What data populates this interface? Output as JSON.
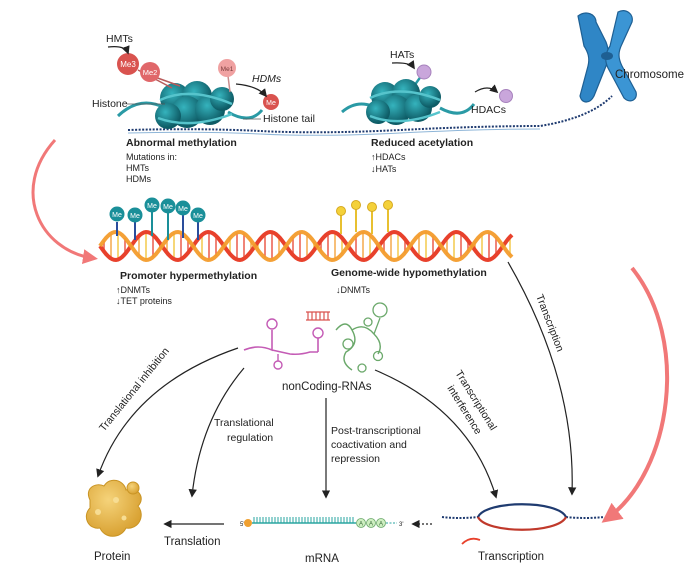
{
  "top": {
    "hmts": "HMTs",
    "hdms_label": "HDMs",
    "me3": "Me3",
    "me2": "Me2",
    "me1": "Me1",
    "me": "Me",
    "histone": "Histone",
    "histone_tail": "Histone tail",
    "abnormal_methylation": "Abnormal methylation",
    "mutations_in": "Mutations in:",
    "mut_hmts": "HMTs",
    "mut_hdms": "HDMs",
    "hats": "HATs",
    "hdacs": "HDACs",
    "reduced_acetylation": "Reduced acetylation",
    "up_hdacs": "↑HDACs",
    "down_hats": "↓HATs",
    "chromosome": "Chromosome"
  },
  "dna": {
    "me_tags": [
      "Me",
      "Me",
      "Me",
      "Me",
      "Me",
      "Me"
    ],
    "promoter_title": "Promoter hypermethylation",
    "up_dnmts": "↑DNMTs",
    "down_tet": "↓TET proteins",
    "genome_title": "Genome-wide hypomethylation",
    "down_dnmts": "↓DNMTs"
  },
  "rna": {
    "noncoding": "nonCoding-RNAs",
    "translational_inhibition": "Translational inhibition",
    "translational_regulation": [
      "Translational",
      "regulation"
    ],
    "post_transcriptional": [
      "Post-transcriptional",
      "coactivation and",
      "repression"
    ],
    "transcriptional_interference": [
      "Transcriptional",
      "interference"
    ],
    "transcription_diag": "Transcription"
  },
  "bottom": {
    "protein": "Protein",
    "translation": "Translation",
    "mrna": "mRNA",
    "five_prime": "5'",
    "three_prime": "3'",
    "poly_a": [
      "A",
      "A",
      "A"
    ],
    "transcription": "Transcription"
  },
  "colors": {
    "histone": "#17808c",
    "histone_dark": "#0e5c66",
    "dna_red": "#e8412c",
    "dna_orange": "#f39c2c",
    "curved_arrow": "#f06a6a",
    "chromosome": "#2f86c6",
    "methyl_red": "#d9534f",
    "me_teal": "#1a8f99",
    "rna_pink": "#c45bb5",
    "rna_green": "#6aa86a",
    "protein": "#e7b54a",
    "mrna_teal": "#2aa5a0"
  }
}
